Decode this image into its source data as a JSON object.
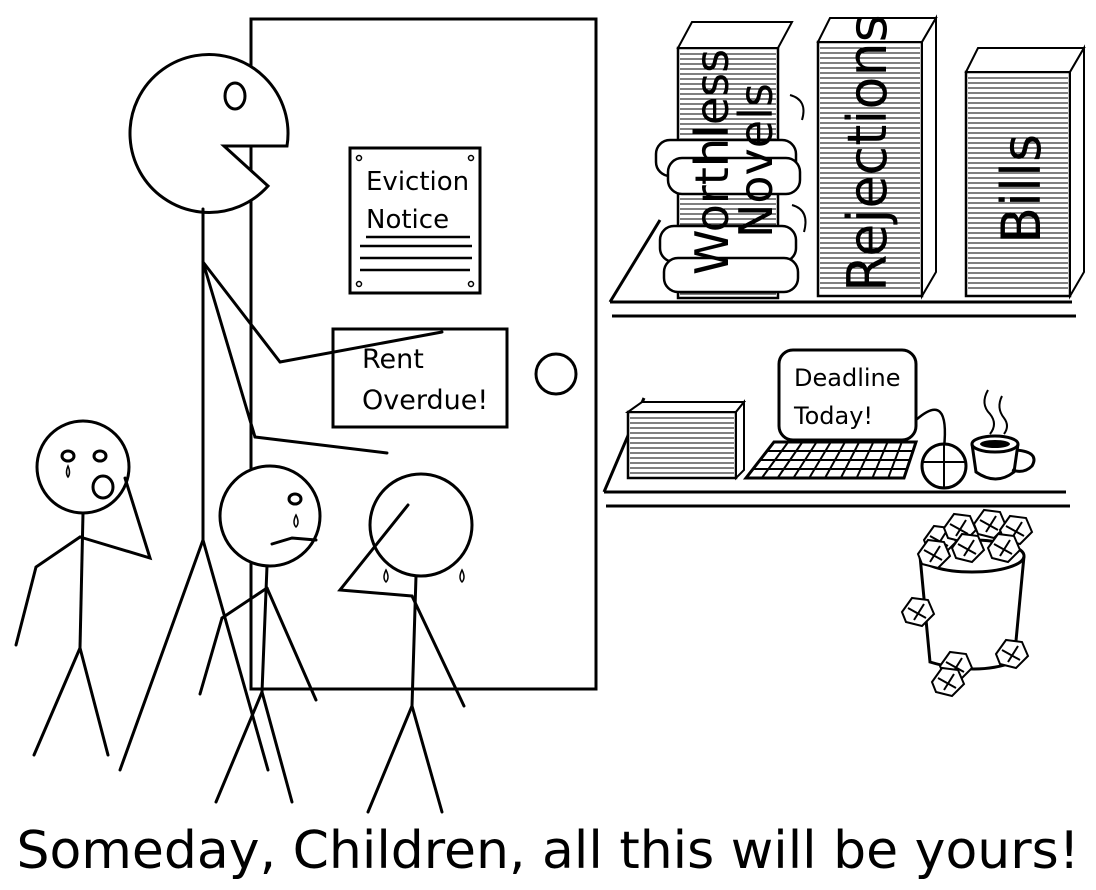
{
  "comic": {
    "eviction_notice": {
      "line1": "Eviction",
      "line2": "Notice"
    },
    "rent_sign": {
      "line1": "Rent",
      "line2": "Overdue!"
    },
    "monitor_text": {
      "line1": "Deadline",
      "line2": "Today!"
    },
    "stacks": {
      "novels_word1": "Worthless",
      "novels_word2": "Novels",
      "rejections": "Rejections",
      "bills": "Bills"
    },
    "caption": "Someday, Children, all this will be yours!"
  },
  "colors": {
    "ink": "#000000",
    "paper": "#ffffff"
  }
}
